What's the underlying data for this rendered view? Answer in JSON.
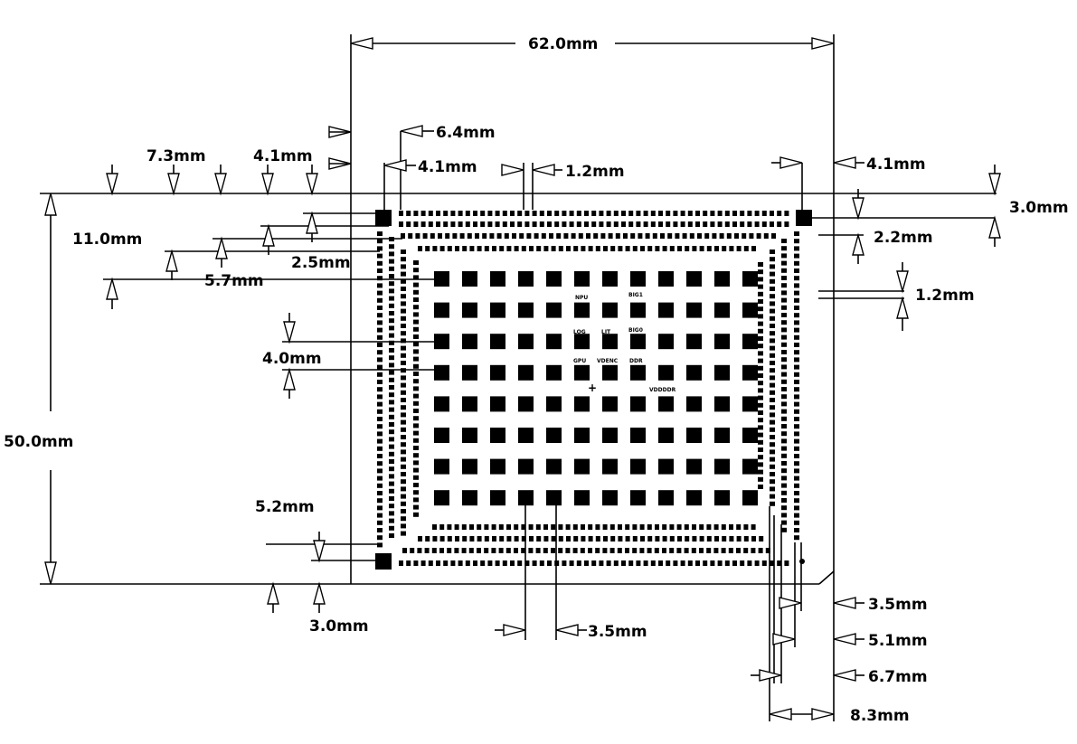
{
  "dimensions": {
    "width_top": "62.0mm",
    "top_left_7_3": "7.3mm",
    "top_left_4_1": "4.1mm",
    "top_6_4": "6.4mm",
    "top_4_1b": "4.1mm",
    "top_1_2": "1.2mm",
    "top_right_4_1": "4.1mm",
    "right_3_0": "3.0mm",
    "right_2_2": "2.2mm",
    "right_1_2": "1.2mm",
    "left_11_0": "11.0mm",
    "left_2_5": "2.5mm",
    "left_5_7": "5.7mm",
    "left_4_0": "4.0mm",
    "height_50_0": "50.0mm",
    "left_5_2": "5.2mm",
    "bottom_3_0": "3.0mm",
    "bottom_3_5": "3.5mm",
    "bottom_right_3_5": "3.5mm",
    "bottom_right_5_1": "5.1mm",
    "bottom_right_6_7": "6.7mm",
    "bottom_right_8_3": "8.3mm"
  },
  "pad_labels": {
    "npu": "NPU",
    "big1": "BIG1",
    "log": "LOG",
    "lit": "LIT",
    "big0": "BIG0",
    "gpu": "GPU",
    "vdenc": "VDENC",
    "ddr": "DDR",
    "vdd": "VDDDDR"
  },
  "diagram": {
    "grid_rows": 8,
    "grid_cols": 12,
    "line_color": "#000000",
    "background": "#ffffff"
  }
}
